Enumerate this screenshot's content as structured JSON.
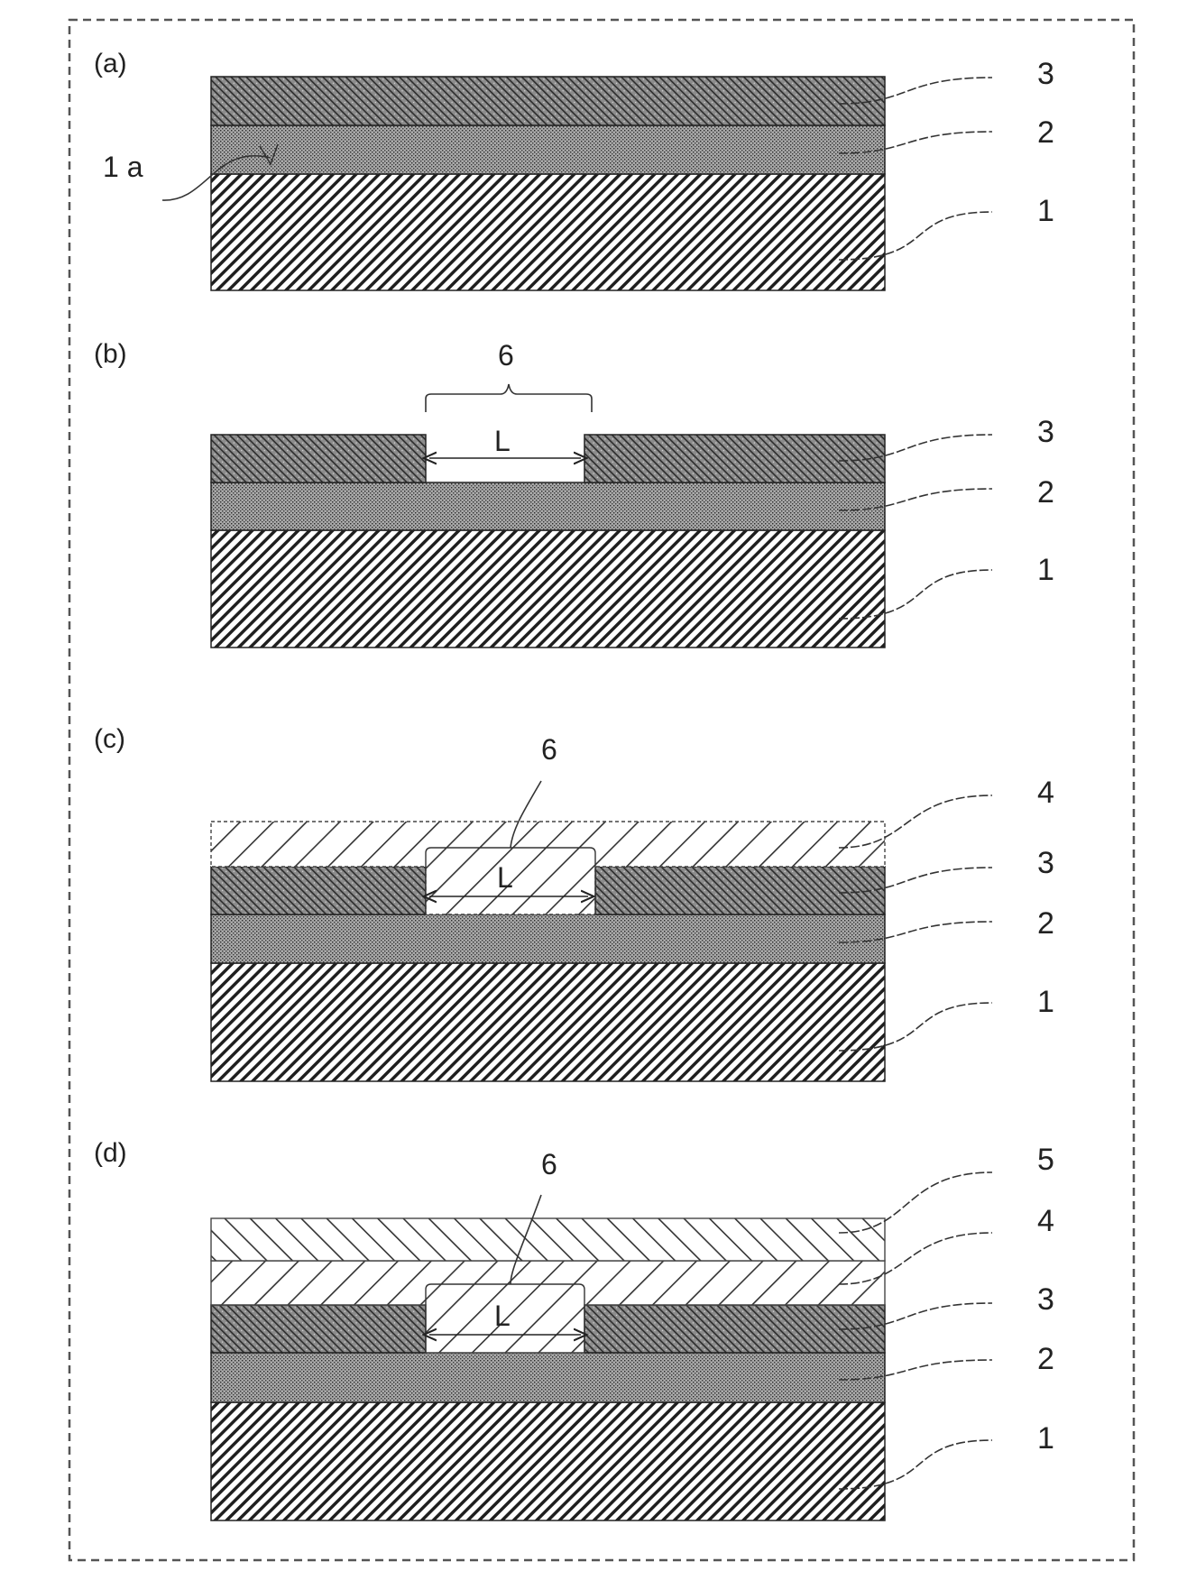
{
  "figure": {
    "panels": [
      {
        "tag": "(a)",
        "layers": [
          "3",
          "2",
          "1"
        ],
        "surface_label": "1 a"
      },
      {
        "tag": "(b)",
        "layers": [
          "3",
          "2",
          "1"
        ],
        "opening_label": "6",
        "width_label": "L"
      },
      {
        "tag": "(c)",
        "layers": [
          "4",
          "3",
          "2",
          "1"
        ],
        "opening_label": "6",
        "width_label": "L"
      },
      {
        "tag": "(d)",
        "layers": [
          "5",
          "4",
          "3",
          "2",
          "1"
        ],
        "opening_label": "6",
        "width_label": "L"
      }
    ]
  }
}
